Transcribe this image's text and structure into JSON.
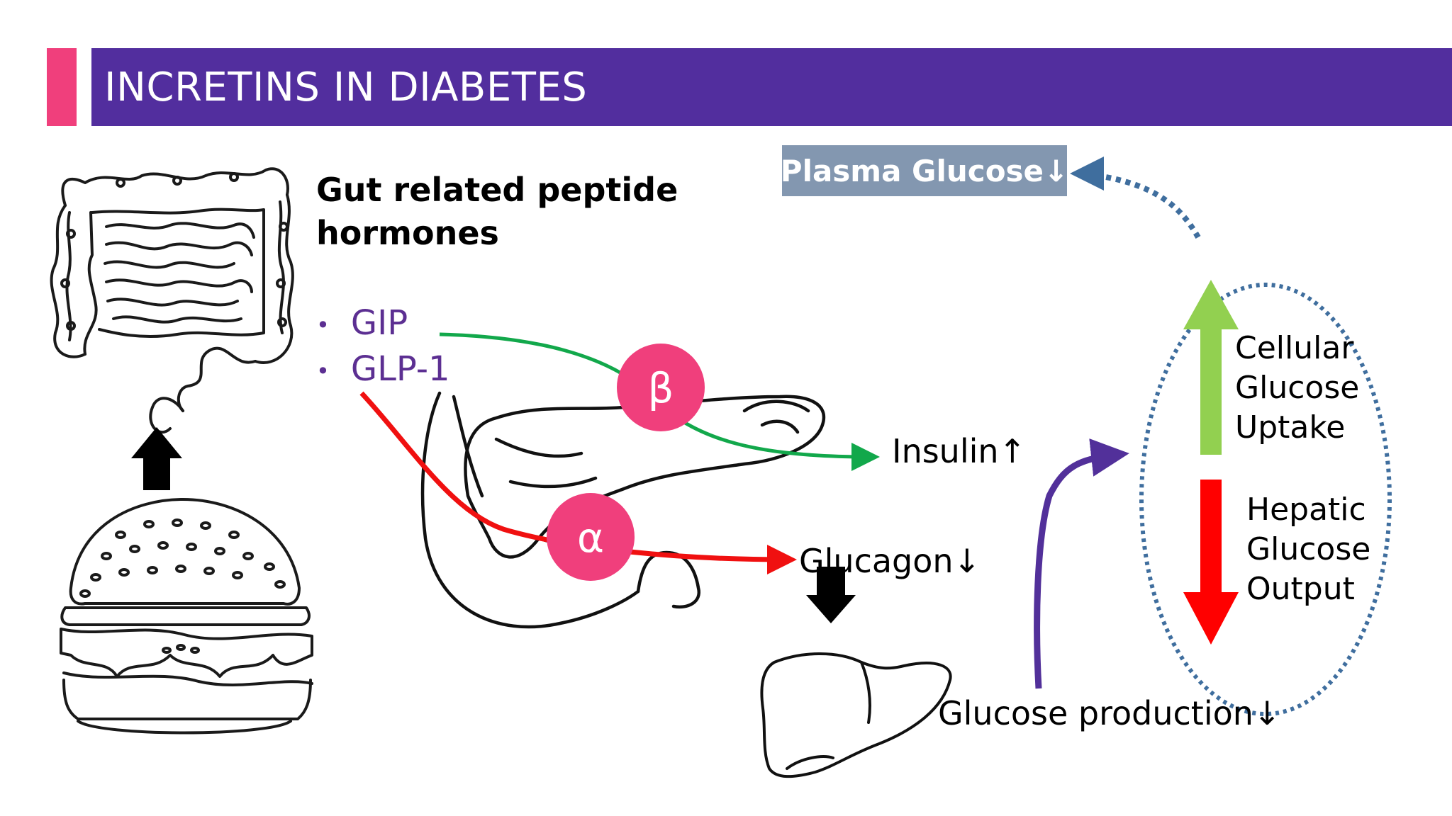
{
  "slide": {
    "title": "INCRETINS IN DIABETES",
    "colors": {
      "title_bar": "#522E9E",
      "accent": "#F03F7C",
      "cell_badge": "#F03F7C",
      "gip_line": "#12A84B",
      "glp1_line": "#F01010",
      "production_arrow": "#52309A",
      "up_arrow": "#92D050",
      "down_arrow": "#FF0000",
      "plasma_box": "#8397B0",
      "dotted": "#3F6E9E",
      "bullet_text": "#5C2F92"
    }
  },
  "heading": "Gut related peptide hormones",
  "hormones": [
    "GIP",
    "GLP-1"
  ],
  "cells": {
    "beta": "β",
    "alpha": "α"
  },
  "labels": {
    "insulin": "Insulin↑",
    "glucagon": "Glucagon↓",
    "glucose_production": "Glucose production↓",
    "plasma_glucose": "Plasma Glucose↓"
  },
  "effects": {
    "uptake": [
      "Cellular",
      "Glucose",
      "Uptake"
    ],
    "output": [
      "Hepatic",
      "Glucose",
      "Output"
    ]
  },
  "icons": {
    "intestine": "intestine-icon",
    "burger": "burger-icon",
    "pancreas": "pancreas-icon",
    "liver": "liver-icon"
  }
}
